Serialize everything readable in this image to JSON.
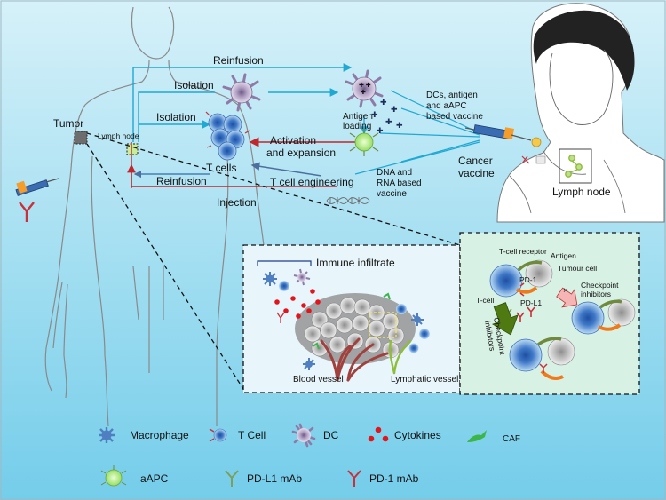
{
  "colors": {
    "background_top": "#c8ecf7",
    "background_bottom": "#6fcbea",
    "body_outline": "#8a8a8a",
    "cyan_arrow": "#1ea8d4",
    "red_arrow": "#c0262c",
    "dc_purple": "#9d86b0",
    "macrophage_blue": "#4f7fc1",
    "tcell_blue": "#6bb3de",
    "cytokine_red": "#e3151c",
    "caf_green": "#3cb54a",
    "aapc_green": "#b7e98a",
    "pdl1_green": "#7aa05a",
    "pd1_red": "#c9303a",
    "tumour_grey": "#b9b9b9",
    "vessel_red": "#a0413e",
    "lymph_green": "#8fbc3a",
    "checkpoint_panel": "#d7f1e4"
  },
  "labels": {
    "tumor": "Tumor",
    "lymph_node_left": "Lymph node",
    "reinfusion_top": "Reinfusion",
    "isolation_1": "Isolation",
    "isolation_2": "Isolation",
    "antigen_loading_1": "Antigen",
    "antigen_loading_2": "loading",
    "activation_1": "Activation",
    "activation_2": "and expansion",
    "t_cells": "T cells",
    "reinfusion_bottom": "Reinfusion",
    "t_cell_engineering": "T cell engineering",
    "injection": "Injection",
    "dna_rna_1": "DNA and",
    "dna_rna_2": "RNA based",
    "dna_rna_3": "vaccine",
    "dcs_vaccine_1": "DCs, antigen",
    "dcs_vaccine_2": "and aAPC",
    "dcs_vaccine_3": "based vaccine",
    "cancer_vaccine_1": "Cancer",
    "cancer_vaccine_2": "vaccine",
    "lymph_node_right": "Lymph node",
    "immune_infiltrate": "Immune infiltrate",
    "blood_vessel": "Blood vessel",
    "lymphatic_vessel": "Lymphatic vessel",
    "t_cell_receptor": "T-cell receptor",
    "antigen": "Antigen",
    "tumour_cell": "Tumour cell",
    "pd1": "PD-1",
    "t_cell": "T-cell",
    "pdl1": "PD-L1",
    "checkpoint_inhibitors_1": "Checkpoint",
    "checkpoint_inhibitors_2": "inhibitors",
    "checkpoint_inhibitors_rot_1": "Checkpoint",
    "checkpoint_inhibitors_rot_2": "inhibitors"
  },
  "legend": {
    "items": [
      {
        "key": "macrophage",
        "label": "Macrophage",
        "icon": "macrophage-icon"
      },
      {
        "key": "tcell",
        "label": "T Cell",
        "icon": "t-cell-icon"
      },
      {
        "key": "dc",
        "label": "DC",
        "icon": "dendritic-cell-icon"
      },
      {
        "key": "cytokines",
        "label": "Cytokines",
        "icon": "cytokines-icon"
      },
      {
        "key": "caf",
        "label": "CAF",
        "icon": "caf-icon"
      },
      {
        "key": "aapc",
        "label": "aAPC",
        "icon": "aapc-icon"
      },
      {
        "key": "pdl1",
        "label": "PD-L1 mAb",
        "icon": "pdl1-antibody-icon"
      },
      {
        "key": "pd1",
        "label": "PD-1 mAb",
        "icon": "pd1-antibody-icon"
      }
    ]
  }
}
